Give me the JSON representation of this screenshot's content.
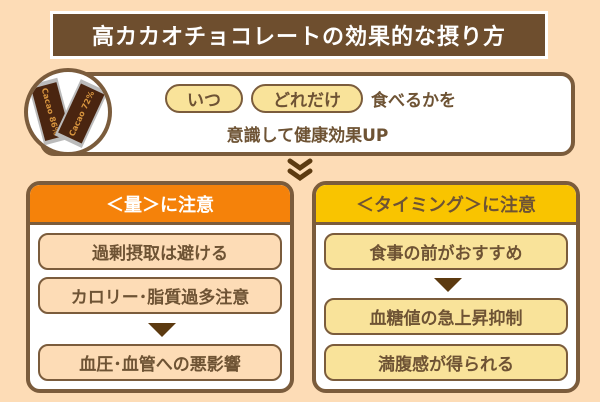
{
  "title": "高カカオチョコレートの効果的な摂り方",
  "intro": {
    "pill1": "いつ",
    "pill2": "どれだけ",
    "line1_rest": "食べるかを",
    "line2": "意識して健康効果UP",
    "image_labels": [
      "Cacao 86%",
      "Cacao 72%"
    ]
  },
  "left": {
    "header": "＜量＞に注意",
    "items": [
      "過剰摂取は避ける",
      "カロリー･脂質過多注意",
      "血圧･血管への悪影響"
    ],
    "color": "#F5820A"
  },
  "right": {
    "header": "＜タイミング＞に注意",
    "items": [
      "食事の前がおすすめ",
      "血糖値の急上昇抑制",
      "満腹感が得られる"
    ],
    "color": "#F9C400"
  }
}
